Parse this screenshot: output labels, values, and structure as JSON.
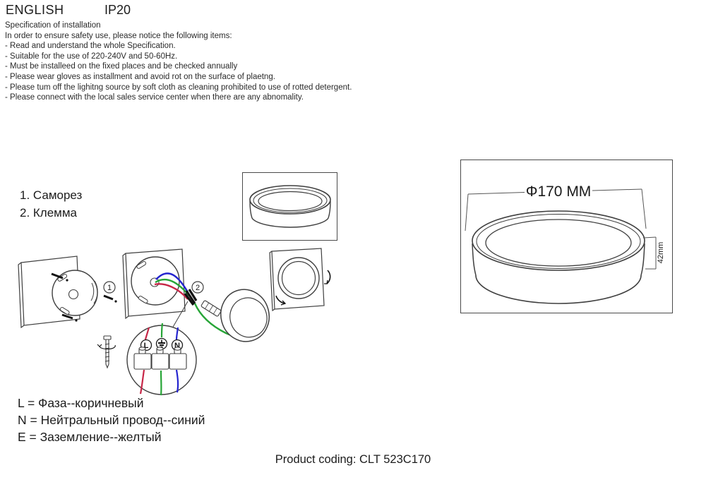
{
  "header": {
    "language": "ENGLISH",
    "ip_rating": "IP20"
  },
  "spec": {
    "title": "Specification of installation",
    "intro": "In order to ensure safety use, please notice the following items:",
    "items": [
      "- Read and understand the whole Specification.",
      "- Suitable for the use of 220-240V and 50-60Hz.",
      "- Must be installeed on the fixed places and be checked annually",
      "- Please wear gloves as installment and avoid rot on the surface of plaetng.",
      "- Please tum off the lighitng source by soft cloth as cleaning prohibited to use of rotted detergent.",
      "- Please connect with the local sales service center when there are any abnomality."
    ]
  },
  "parts_list": {
    "items": [
      "1. Саморез",
      "2. Клемма"
    ]
  },
  "diagram": {
    "step1": "1",
    "step2": "2",
    "terminal_live": "L",
    "terminal_neutral": "N"
  },
  "dimensions": {
    "diameter": "Φ170 MM",
    "height": "42mm"
  },
  "wiring_legend": {
    "lines": [
      "L = Фаза--коричневый",
      "N = Нейтральный провод--синий",
      "E = Заземление--желтый"
    ]
  },
  "footer": {
    "product_coding_label": "Product coding:",
    "product_code": "CLT 523C170"
  },
  "colors": {
    "wire_live": "#c72647",
    "wire_earth": "#27a537",
    "wire_neutral": "#2424cf",
    "line": "#3f3f3f"
  }
}
